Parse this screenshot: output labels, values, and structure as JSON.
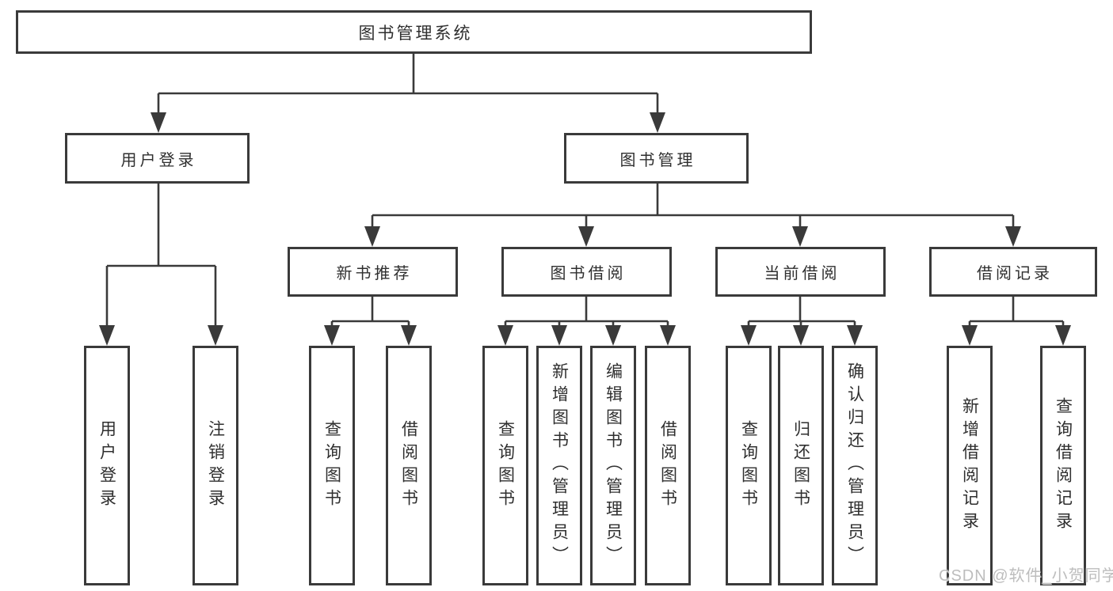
{
  "diagram": {
    "root": {
      "label": "图书管理系统"
    },
    "branches": [
      {
        "label": "用户登录",
        "leaves": [
          "用户登录",
          "注销登录"
        ]
      },
      {
        "label": "图书管理",
        "sections": [
          {
            "label": "新书推荐",
            "leaves": [
              "查询图书",
              "借阅图书"
            ]
          },
          {
            "label": "图书借阅",
            "leaves": [
              "查询图书",
              "新增图书（管理员）",
              "编辑图书（管理员）",
              "借阅图书"
            ]
          },
          {
            "label": "当前借阅",
            "leaves": [
              "查询图书",
              "归还图书",
              "确认归还（管理员）"
            ]
          },
          {
            "label": "借阅记录",
            "leaves": [
              "新增借阅记录",
              "查询借阅记录"
            ]
          }
        ]
      }
    ]
  },
  "watermark": {
    "text": "CSDN @软件_小贺同学"
  },
  "colors": {
    "line": "#3a3a3a",
    "text": "#2f2f2f",
    "bg": "#ffffff",
    "watermark": "#bdbdbd"
  }
}
